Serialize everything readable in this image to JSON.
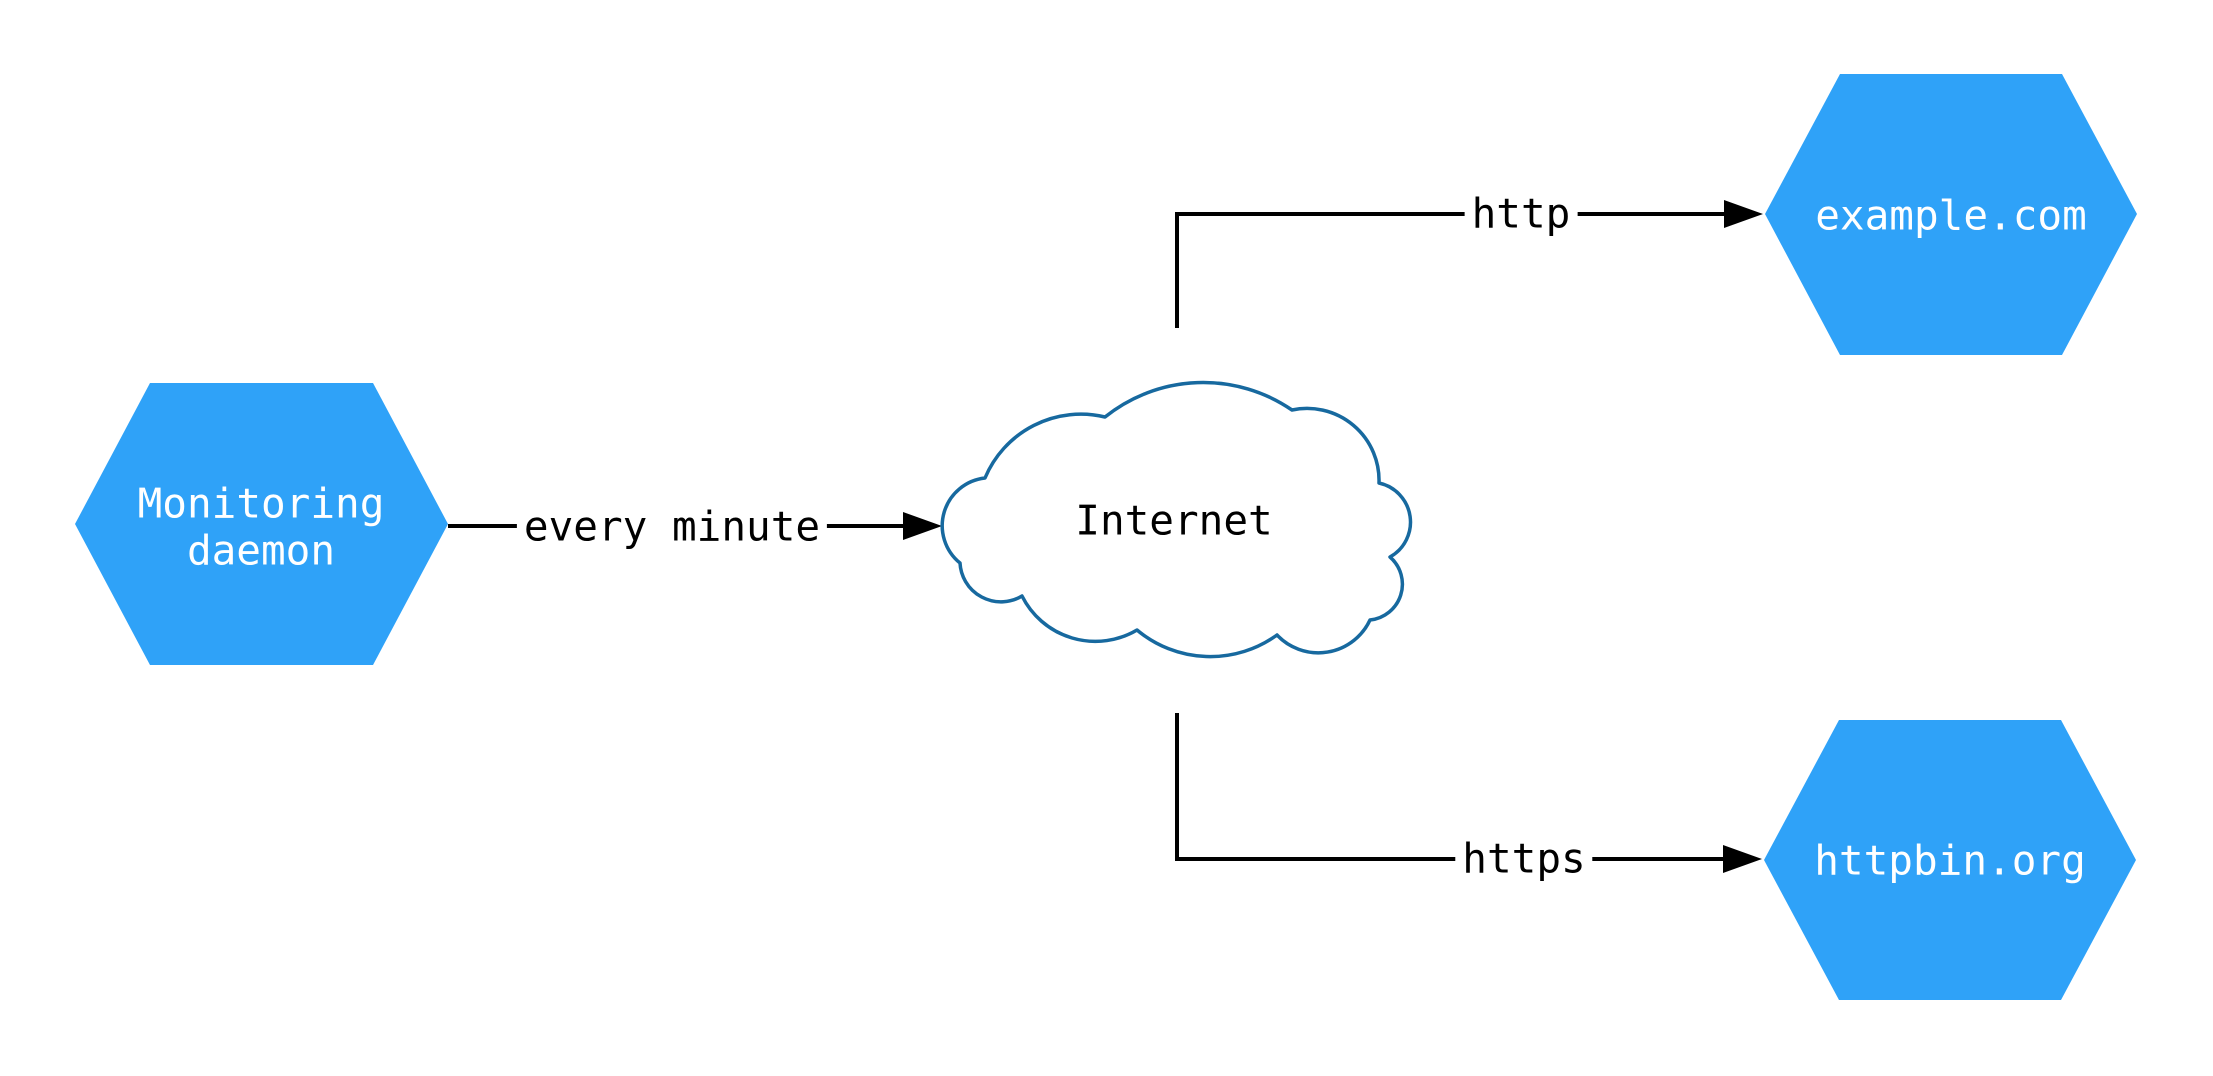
{
  "diagram": {
    "nodes": {
      "monitoring": {
        "label": "Monitoring\ndaemon",
        "shape": "hexagon"
      },
      "internet": {
        "label": "Internet",
        "shape": "cloud"
      },
      "example": {
        "label": "example.com",
        "shape": "hexagon"
      },
      "httpbin": {
        "label": "httpbin.org",
        "shape": "hexagon"
      }
    },
    "edges": {
      "every_minute": {
        "label": "every minute",
        "from": "monitoring",
        "to": "internet"
      },
      "http": {
        "label": "http",
        "from": "internet",
        "to": "example"
      },
      "https": {
        "label": "https",
        "from": "internet",
        "to": "httpbin"
      }
    },
    "colors": {
      "background": "#FFFFFF",
      "node_fill": "#2FA2F8",
      "node_text": "#FFFFFF",
      "cloud_stroke": "#17699F",
      "cloud_fill": "#FFFFFF",
      "edge_color": "#000000",
      "edge_label_text": "#000000"
    }
  }
}
